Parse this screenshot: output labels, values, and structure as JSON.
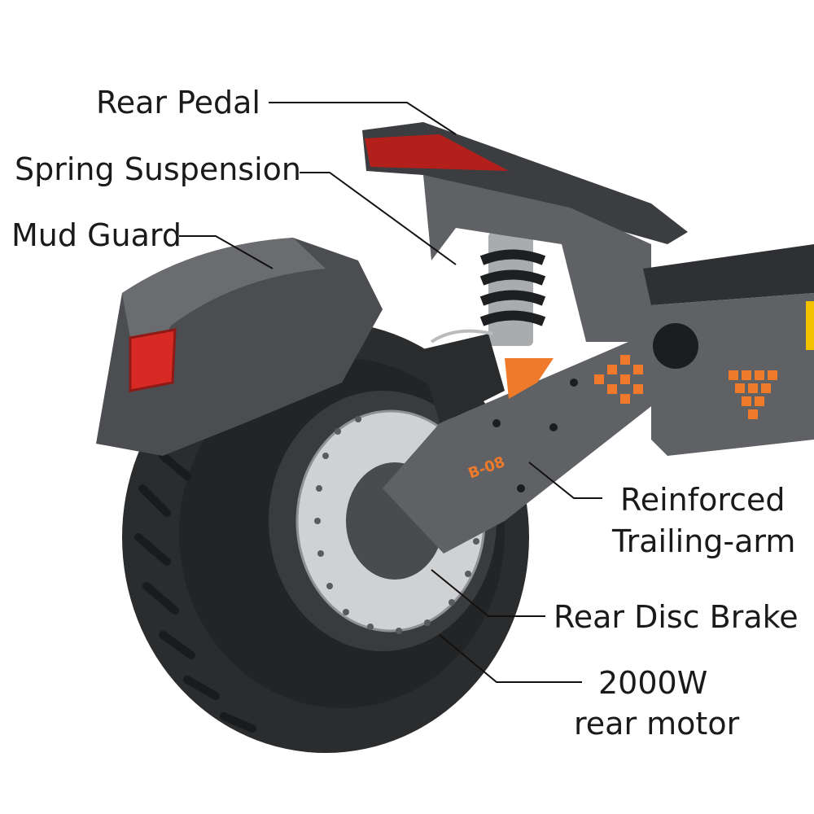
{
  "labels": {
    "rear_pedal": "Rear Pedal",
    "spring_suspension": "Spring Suspension",
    "mud_guard": "Mud Guard",
    "trailing_arm_line1": "Reinforced",
    "trailing_arm_line2": "Trailing-arm",
    "rear_disc_brake": "Rear Disc Brake",
    "motor_line1": "2000W",
    "motor_line2": "rear motor"
  },
  "product_marking": "B-08",
  "colors": {
    "background": "#ffffff",
    "frame": "#5f6164",
    "frame_dark": "#3f4144",
    "tire": "#2b2c2e",
    "accent": "#ee7a2a",
    "reflector": "#d72a25",
    "disc": "#cfd1d3",
    "leader_line": "#111111"
  },
  "icons": {
    "tail_light": "tail-light-icon",
    "reflector": "reflector-icon",
    "checker_logo": "checker-pattern-icon"
  }
}
